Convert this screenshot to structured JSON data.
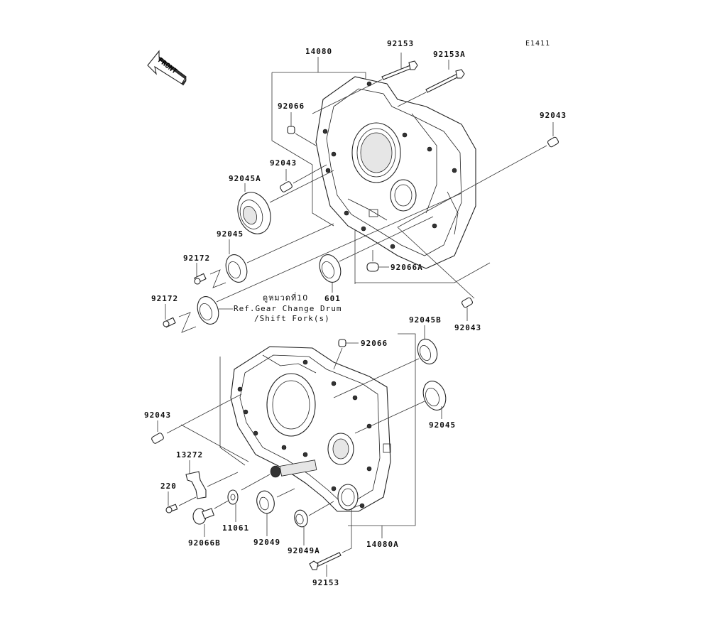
{
  "diagram": {
    "title": "Crankcase",
    "code": "E1411",
    "front_indicator": "FRONT",
    "colors": {
      "line": "#222222",
      "background": "#ffffff"
    },
    "labels": {
      "upper_case": "14080",
      "lower_case": "14080A",
      "bolt_top": "92153",
      "bolt_top_a": "92153A",
      "bolt_bottom": "92153",
      "dowel_top_left": "92066",
      "dowel_pin_upper_right": "92043",
      "dowel_pin_upper_inner": "92043",
      "dowel_pin_right_mid": "92043",
      "dowel_pin_lower_left": "92043",
      "bearing_a": "92045A",
      "bearing_upper": "92045",
      "bearing_lower_right": "92045",
      "bearing_b": "92045B",
      "screw_upper": "92172",
      "screw_lower": "92172",
      "bearing_601": "601",
      "plug_a": "92066A",
      "dowel_mid": "92066",
      "bracket": "13272",
      "screw_220": "220",
      "drain_plug": "92066B",
      "washer": "11061",
      "oil_seal": "92049",
      "oil_seal_a": "92049A"
    },
    "reference": {
      "thai": "ดูหมวดที่10",
      "line1": "Ref.Gear Change Drum",
      "line2": "/Shift Fork(s)"
    }
  }
}
